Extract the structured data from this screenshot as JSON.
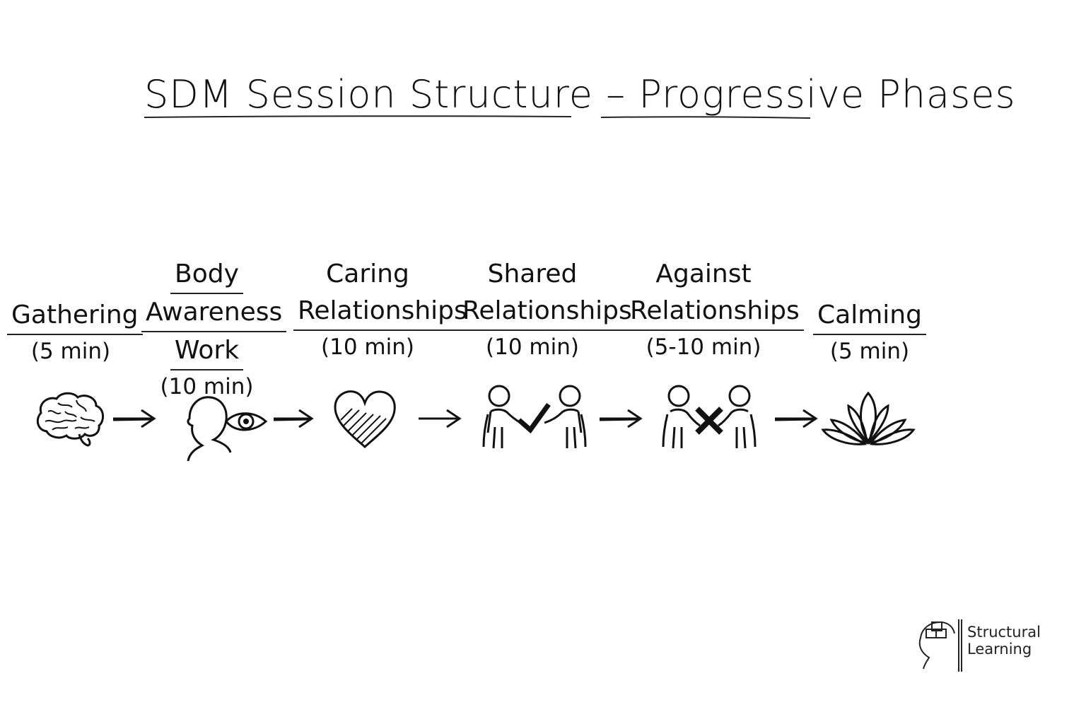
{
  "title": "SDM Session Structure – Progressive Phases",
  "phases": [
    {
      "label_lines": [
        "Gathering"
      ],
      "duration": "(5 min)",
      "icon": "brain-icon"
    },
    {
      "label_lines": [
        "Body",
        "Awareness",
        "Work"
      ],
      "duration": "(10 min)",
      "icon": "head-eye-icon"
    },
    {
      "label_lines": [
        "Caring",
        "Relationships"
      ],
      "duration": "(10 min)",
      "icon": "heart-icon"
    },
    {
      "label_lines": [
        "Shared",
        "Relationships"
      ],
      "duration": "(10 min)",
      "icon": "people-check-icon"
    },
    {
      "label_lines": [
        "Against",
        "Relationships"
      ],
      "duration": "(5-10 min)",
      "icon": "people-cross-icon"
    },
    {
      "label_lines": [
        "Calming"
      ],
      "duration": "(5 min)",
      "icon": "lotus-icon"
    }
  ],
  "logo": {
    "line1": "Structural",
    "line2": "Learning"
  }
}
